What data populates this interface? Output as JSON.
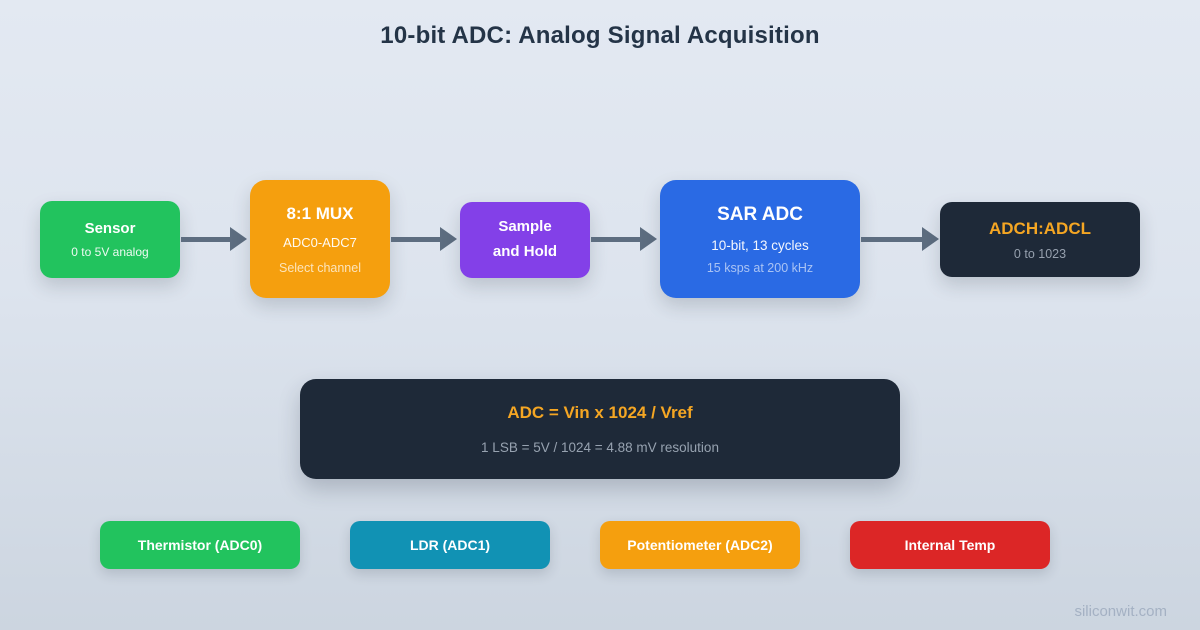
{
  "title": "10-bit ADC: Analog Signal Acquisition",
  "flow": {
    "nodes": [
      {
        "id": "sensor",
        "title": "Sensor",
        "lines": [
          "0 to 5V analog"
        ],
        "color": "#22c35e"
      },
      {
        "id": "mux",
        "title": "8:1 MUX",
        "lines": [
          "ADC0-ADC7",
          "Select channel"
        ],
        "color": "#f59f0e"
      },
      {
        "id": "sample-hold",
        "title_lines": [
          "Sample",
          "and Hold"
        ],
        "color": "#8340e8"
      },
      {
        "id": "sar-adc",
        "title": "SAR ADC",
        "lines": [
          "10-bit, 13 cycles",
          "15 ksps at 200 kHz"
        ],
        "color": "#2a6ae4"
      },
      {
        "id": "result",
        "title": "ADCH:ADCL",
        "lines": [
          "0 to 1023"
        ],
        "color": "#1e2938",
        "title_color": "#f5a623"
      }
    ],
    "arrow_color": "#5d6d80"
  },
  "formula": {
    "equation": "ADC = Vin x 1024 / Vref",
    "detail": "1 LSB = 5V / 1024 = 4.88 mV resolution",
    "background": "#1e2938",
    "equation_color": "#f5a623"
  },
  "channels": [
    {
      "label": "Thermistor (ADC0)",
      "color": "#22c35e"
    },
    {
      "label": "LDR (ADC1)",
      "color": "#1192b4"
    },
    {
      "label": "Potentiometer (ADC2)",
      "color": "#f59f0e"
    },
    {
      "label": "Internal Temp",
      "color": "#dc2626"
    }
  ],
  "watermark": "siliconwit.com",
  "colors": {
    "background_top": "#e3e9f2",
    "background_bottom": "#ccd5e0",
    "title_text": "#243447",
    "accent_orange": "#f5a623",
    "dark_panel": "#1e2938"
  }
}
